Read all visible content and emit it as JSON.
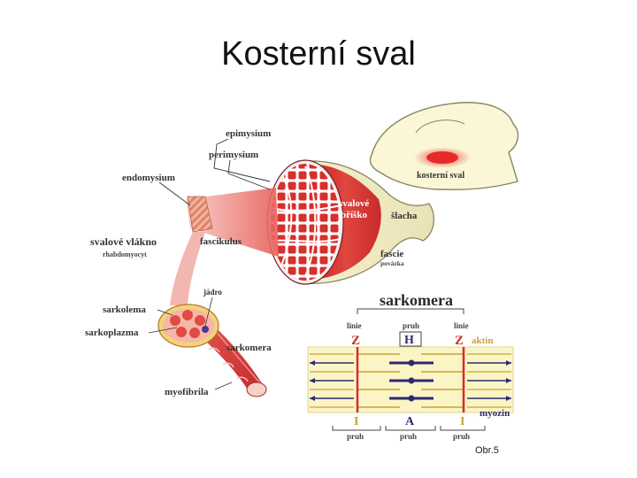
{
  "slide": {
    "title": "Kosterní sval",
    "caption": "Obr.5"
  },
  "labels": {
    "epimysium": "epimysium",
    "perimysium": "perimysium",
    "endomysium": "endomysium",
    "svalove_vlakno": "svalové vlákno",
    "rhabdomyocyt": "rhabdomyocyt",
    "fascikulus": "fascikulus",
    "svalove_line1": "svalové",
    "svalove_line2": "bříško",
    "slacha": "šlacha",
    "fascie": "fascie",
    "povazka": "povázka",
    "kosterni_sval": "kosterní sval",
    "jadro": "jádro",
    "sarkolema": "sarkolema",
    "sarkoplazma": "sarkoplazma",
    "sarkomera_tube": "sarkomera",
    "myofibrila": "myofibrila"
  },
  "sarcomere": {
    "title": "sarkomera",
    "linie_left": "linie",
    "linie_right": "linie",
    "pruh_top": "pruh",
    "z_left": "Z",
    "z_right": "Z",
    "h": "H",
    "aktin": "aktin",
    "myozin": "myozin",
    "i_left": "I",
    "i_right": "I",
    "a": "A",
    "pruh_1": "pruh",
    "pruh_2": "pruh",
    "pruh_3": "pruh"
  },
  "colors": {
    "muscle_red": "#d9322f",
    "muscle_dark": "#b01f22",
    "fascia_cream": "#f7f2c8",
    "z_line": "#d62d2a",
    "myosin_navy": "#2d2a6e",
    "actin_gold": "#c9a233",
    "label_text": "#333333"
  }
}
